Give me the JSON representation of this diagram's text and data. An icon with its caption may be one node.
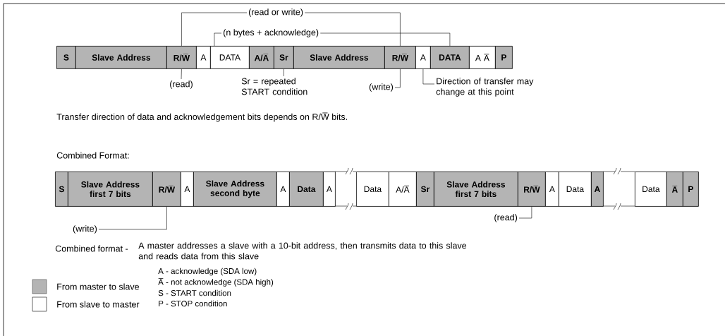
{
  "diagram": {
    "nodes": [
      {
        "text": [
          "(read or write)"
        ]
      },
      {
        "text": [
          "(n bytes + acknowledge)"
        ]
      },
      {
        "text": [
          "S"
        ]
      },
      {
        "text": [
          "Slave Address"
        ]
      },
      {
        "text": [
          "R/W̅"
        ]
      },
      {
        "text": [
          "A"
        ]
      },
      {
        "text": [
          "DATA"
        ]
      },
      {
        "text": [
          "A/A̅"
        ]
      },
      {
        "text": [
          "Sr"
        ]
      },
      {
        "text": [
          "Slave Address"
        ]
      },
      {
        "text": [
          "R/W̅"
        ]
      },
      {
        "text": [
          "A"
        ]
      },
      {
        "text": [
          "DATA"
        ]
      },
      {
        "text": [
          "A A̅"
        ]
      },
      {
        "text": [
          "P"
        ]
      },
      {
        "text": [
          "(read)"
        ]
      },
      {
        "text": [
          "Sr = repeated START condition"
        ]
      },
      {
        "text": [
          "(write)"
        ]
      },
      {
        "text": [
          "Direction of transfer may change at this point"
        ]
      },
      {
        "text": [
          "S"
        ]
      },
      {
        "text": [
          "Slave Address first 7 bits"
        ]
      },
      {
        "text": [
          "R/W̅"
        ]
      },
      {
        "text": [
          "A"
        ]
      },
      {
        "text": [
          "Slave Address second byte"
        ]
      },
      {
        "text": [
          "A"
        ]
      },
      {
        "text": [
          "Data"
        ]
      },
      {
        "text": [
          "A"
        ]
      },
      {
        "text": [
          "Data"
        ]
      },
      {
        "text": [
          "A/A̅"
        ]
      },
      {
        "text": [
          "Sr"
        ]
      },
      {
        "text": [
          "Slave Address first 7 bits"
        ]
      },
      {
        "text": [
          "R/W̅"
        ]
      },
      {
        "text": [
          "A"
        ]
      },
      {
        "text": [
          "Data"
        ]
      },
      {
        "text": [
          "A"
        ]
      },
      {
        "text": [
          "Data"
        ]
      },
      {
        "text": [
          "A̅"
        ]
      },
      {
        "text": [
          "P"
        ]
      },
      {
        "text": [
          "(write)"
        ]
      },
      {
        "text": [
          "(read)"
        ]
      }
    ],
    "edges": [
      {
        "from": 0,
        "to": 4,
        "arrow": "none"
      },
      {
        "from": 0,
        "to": 10,
        "arrow": "none"
      },
      {
        "from": 1,
        "to": 6,
        "arrow": "none"
      },
      {
        "from": 1,
        "to": 12,
        "arrow": "none"
      },
      {
        "from": 15,
        "to": 4,
        "arrow": "none"
      },
      {
        "from": 16,
        "to": 8,
        "arrow": "none"
      },
      {
        "from": 17,
        "to": 10,
        "arrow": "none"
      },
      {
        "from": 18,
        "to": 11,
        "arrow": "none"
      },
      {
        "from": 38,
        "to": 21,
        "arrow": "none"
      },
      {
        "from": 39,
        "to": 31,
        "arrow": "none"
      }
    ],
    "labels": [
      "Transfer direction of data and acknowledgement bits depends on R/W̅ bits.",
      "Combined Format:",
      "Combined format -",
      "A master addresses a slave with a 10-bit address, then transmits data to this slave and reads data from this slave",
      "A - acknowledge (SDA low)",
      "A̅ - not acknowledge (SDA high)",
      "S - START condition",
      "P - STOP condition"
    ],
    "legend": [
      {
        "text": "From master to slave",
        "color": "#b4b4b4"
      },
      {
        "text": "From slave to master"
      }
    ]
  }
}
